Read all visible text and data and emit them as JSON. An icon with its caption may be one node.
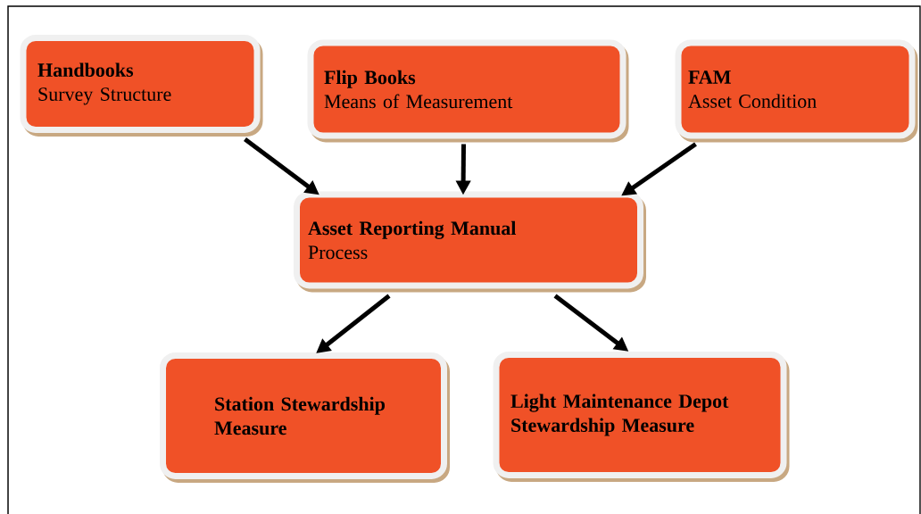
{
  "diagram": {
    "nodes": [
      {
        "text": [
          "Handbooks",
          "Survey Structure"
        ]
      },
      {
        "text": [
          "Flip Books",
          "Means of Measurement"
        ]
      },
      {
        "text": [
          "FAM",
          "Asset Condition"
        ]
      },
      {
        "text": [
          "Asset Reporting Manual",
          "Process"
        ]
      },
      {
        "text": [
          "Station Stewardship Measure"
        ]
      },
      {
        "text": [
          "Light Maintenance Depot Stewardship Measure"
        ]
      }
    ],
    "edges": [
      {
        "from": 0,
        "to": 3,
        "arrow": "to"
      },
      {
        "from": 1,
        "to": 3,
        "arrow": "to"
      },
      {
        "from": 2,
        "to": 3,
        "arrow": "to"
      },
      {
        "from": 3,
        "to": 4,
        "arrow": "to"
      },
      {
        "from": 3,
        "to": 5,
        "arrow": "to"
      }
    ]
  }
}
